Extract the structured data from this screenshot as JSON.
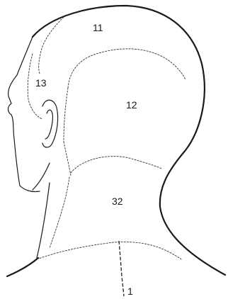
{
  "labels": {
    "region_11": "11",
    "region_12": "12",
    "region_13": "13",
    "region_32": "32",
    "region_1": "1"
  }
}
